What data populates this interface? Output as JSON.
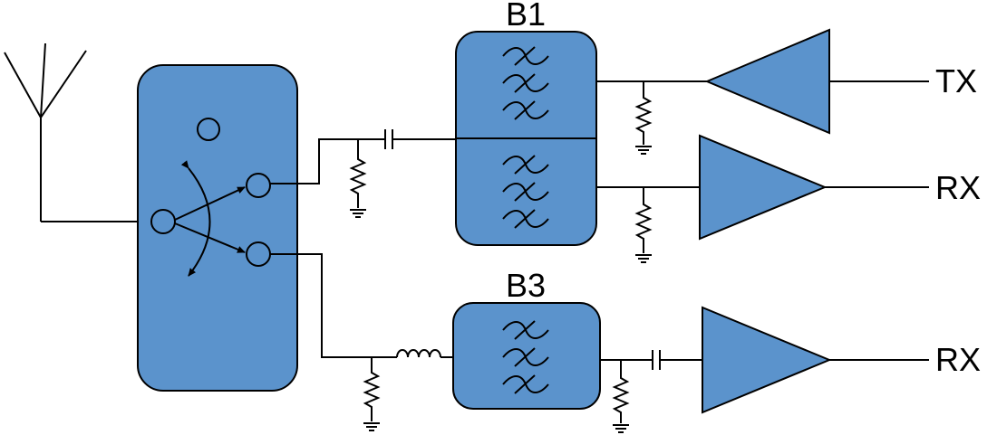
{
  "labels": {
    "filter_top": "B1",
    "filter_bottom": "B3",
    "out_tx": "TX",
    "out_rx1": "RX",
    "out_rx2": "RX"
  },
  "colors": {
    "block_fill": "#5b93cc",
    "line": "#000000"
  },
  "icons": {
    "antenna": "antenna-icon",
    "switch": "rf-switch-icon",
    "filter": "bandpass-filter-icon",
    "amplifier": "amplifier-triangle-icon",
    "capacitor": "capacitor-icon",
    "inductor": "inductor-icon",
    "resistor": "resistor-icon",
    "ground": "ground-icon"
  }
}
